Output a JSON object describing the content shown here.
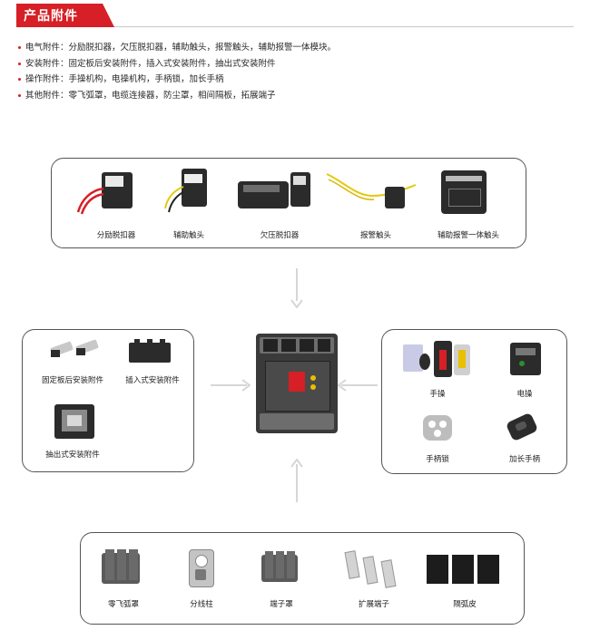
{
  "header": {
    "title": "产品附件"
  },
  "bullets": [
    "电气附件：分励脱扣器，欠压脱扣器，辅助触头，报警触头，辅助报警一体模块。",
    "安装附件：固定板后安装附件，插入式安装附件，抽出式安装附件",
    "操作附件：手操机构，电操机构，手柄锁，加长手柄",
    "其他附件：零飞弧罩，电缆连接器，防尘罩，相间隔板，拓展端子"
  ],
  "top_items": [
    "分励脱扣器",
    "辅助触头",
    "欠压脱扣器",
    "报警触头",
    "辅助报警一体触头"
  ],
  "left_items": [
    "固定板后安装附件",
    "插入式安装附件",
    "抽出式安装附件"
  ],
  "right_items": [
    "手操",
    "电操",
    "手柄锁",
    "加长手柄"
  ],
  "bottom_items": [
    "零飞弧罩",
    "分线柱",
    "端子罩",
    "扩展端子",
    "隔弧皮"
  ],
  "colors": {
    "accent": "#d61f26",
    "border": "#555555",
    "arrow": "#d6d6d6"
  }
}
